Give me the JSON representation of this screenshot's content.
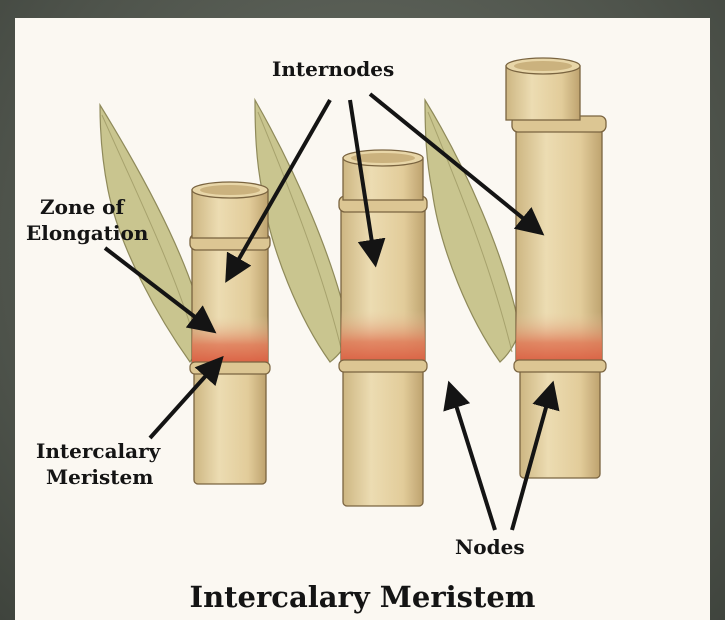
{
  "title": "Intercalary Meristem",
  "labels": {
    "internodes": "Internodes",
    "zone_line1": "Zone of",
    "zone_line2": "Elongation",
    "meristem_line1": "Intercalary",
    "meristem_line2": "Meristem",
    "nodes": "Nodes"
  },
  "colors": {
    "stem": "#e3cf9f",
    "stem_shade": "#c9b07a",
    "leaf": "#c6c28c",
    "meristem": "#dd6a4a",
    "outline": "#6d5a3a"
  }
}
